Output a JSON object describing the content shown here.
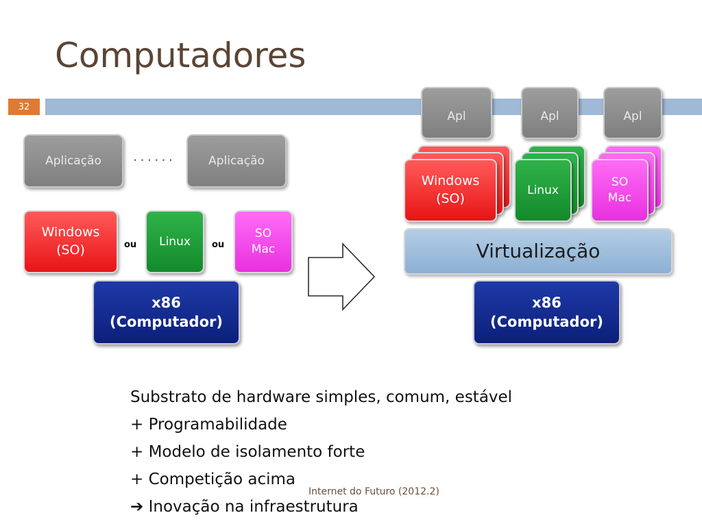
{
  "header": {
    "title": "Computadores",
    "slide_number": "32"
  },
  "left": {
    "app1": "Aplicação",
    "dots": "......",
    "app2": "Aplicação",
    "windows": [
      "Windows",
      "(SO)"
    ],
    "ou1": "ou",
    "linux": "Linux",
    "ou2": "ou",
    "somac": [
      "SO",
      "Mac"
    ],
    "x86": [
      "x86",
      "(Computador)"
    ]
  },
  "right": {
    "apl1": "Apl",
    "apl2": "Apl",
    "apl3": "Apl",
    "windows": [
      "Windows",
      "(SO)"
    ],
    "linux": "Linux",
    "somac": [
      "SO",
      "Mac"
    ],
    "virtualizacao": "Virtualização",
    "x86": [
      "x86",
      "(Computador)"
    ]
  },
  "bullets": [
    "Substrato de hardware simples, comum, estável",
    "+ Programabilidade",
    "+ Modelo de isolamento forte",
    "+ Competição acima",
    "Inovação na infraestrutura"
  ],
  "footer": "Internet do Futuro (2012.2)",
  "colors": {
    "accent_bar": "#9fb9d6",
    "slide_num_bg": "#de7a32",
    "title": "#5a4535"
  }
}
